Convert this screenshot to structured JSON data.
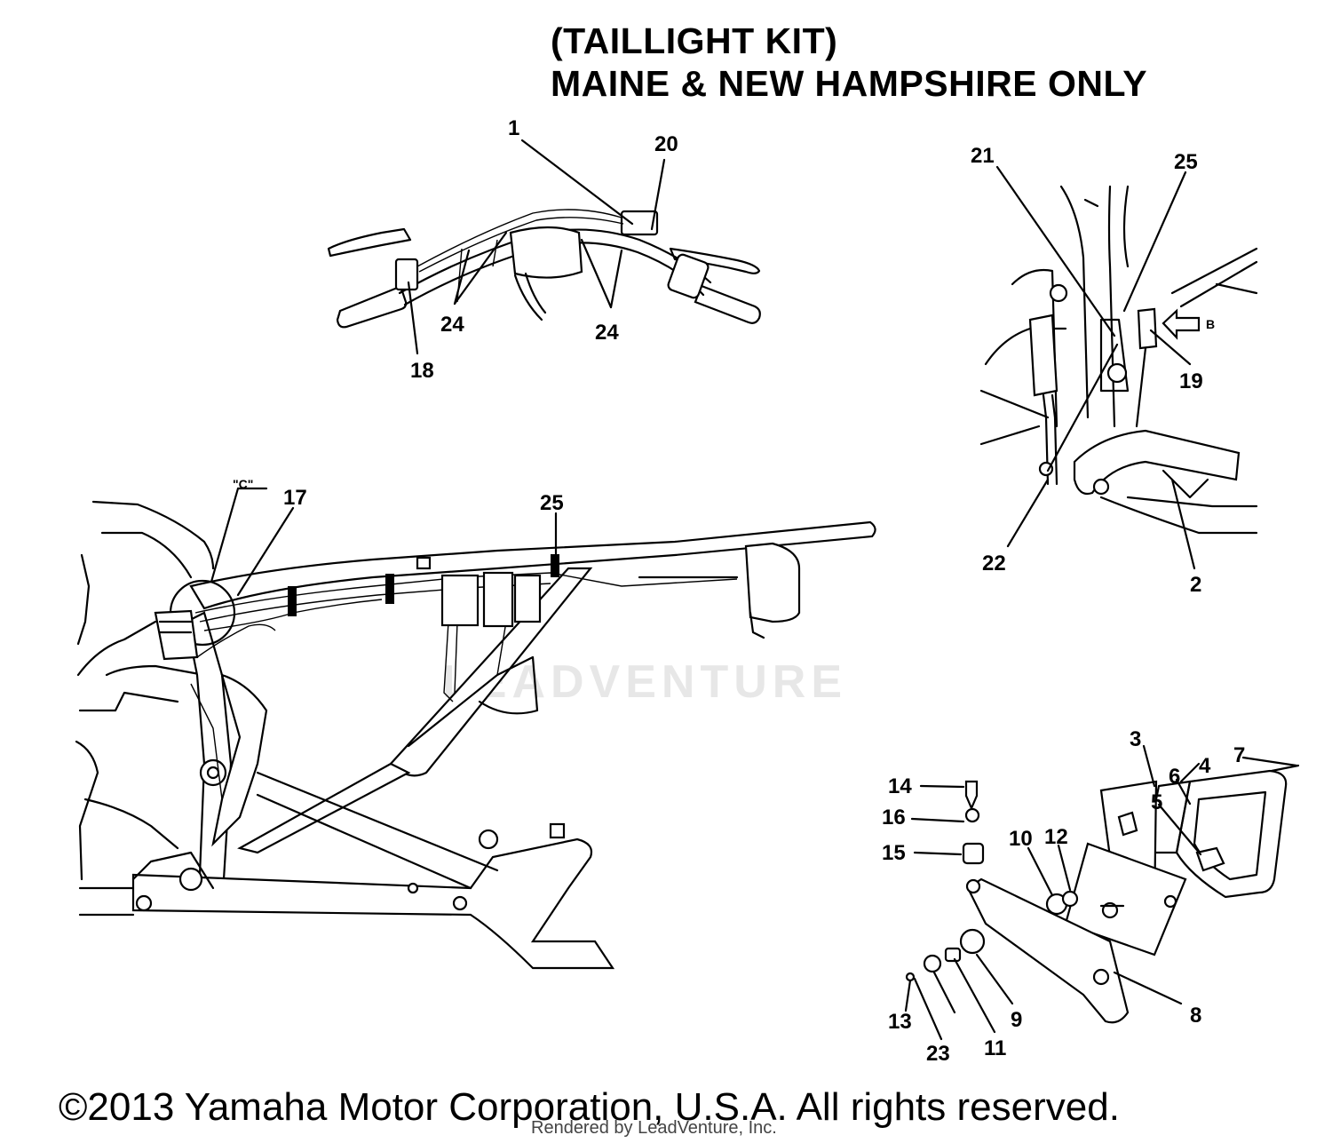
{
  "title": {
    "line1": "(TAILLIGHT KIT)",
    "line2": "MAINE & NEW HAMPSHIRE ONLY"
  },
  "callouts": {
    "handlebar": [
      "1",
      "20",
      "24",
      "24",
      "18"
    ],
    "rear_bracket": [
      "21",
      "25",
      "19",
      "22",
      "2"
    ],
    "arrow_label": "B",
    "frame": [
      "17",
      "25"
    ],
    "frame_marker": "\"C\"",
    "taillight": [
      "3",
      "4",
      "7",
      "6",
      "5",
      "14",
      "16",
      "15",
      "10",
      "12",
      "8",
      "9",
      "11",
      "13",
      "23"
    ]
  },
  "watermark": "LEADVENTURE",
  "copyright": "©2013 Yamaha Motor Corporation, U.S.A. All rights reserved.",
  "rendered_by": "Rendered by LeadVenture, Inc."
}
